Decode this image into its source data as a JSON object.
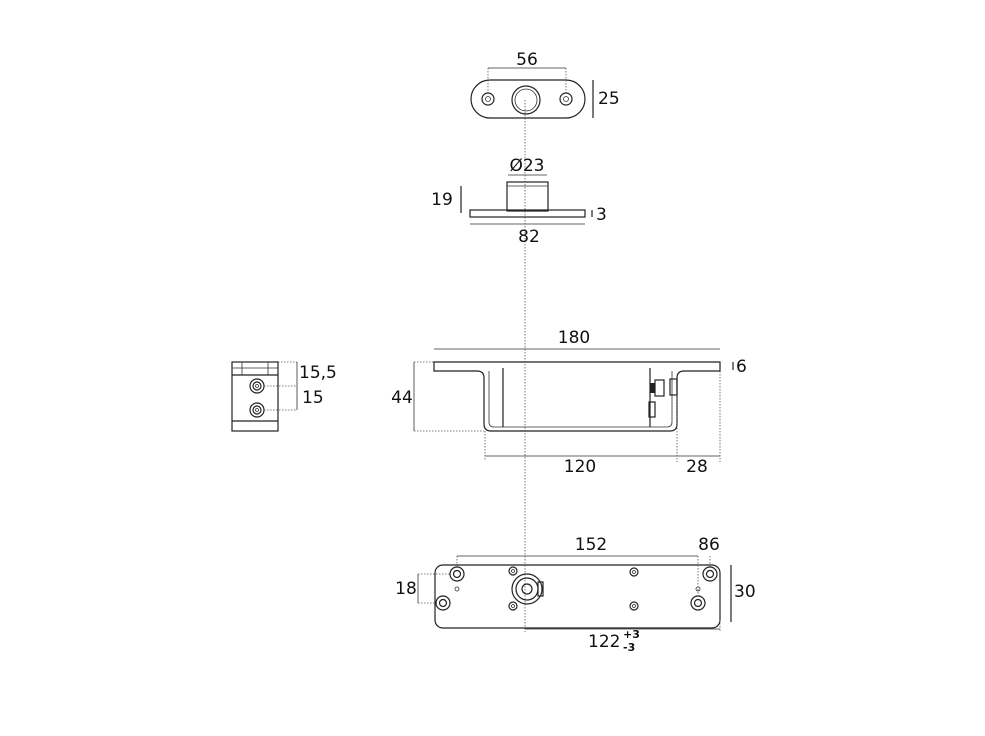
{
  "drawing": {
    "top_view": {
      "width": "56",
      "height": "25"
    },
    "cylinder_view": {
      "diameter": "Ø23",
      "height": "19",
      "plate_thickness": "3",
      "plate_width": "82"
    },
    "lock_body_view": {
      "length": "180",
      "flange": "6",
      "depth": "44",
      "body_length": "120",
      "offset": "28"
    },
    "end_view": {
      "upper": "15,5",
      "lower": "15"
    },
    "faceplate_view": {
      "hole_spacing": "152",
      "edge": "86",
      "hole_vertical": "18",
      "width": "30",
      "backset": "122",
      "tol_plus": "+3",
      "tol_minus": "-3"
    }
  }
}
